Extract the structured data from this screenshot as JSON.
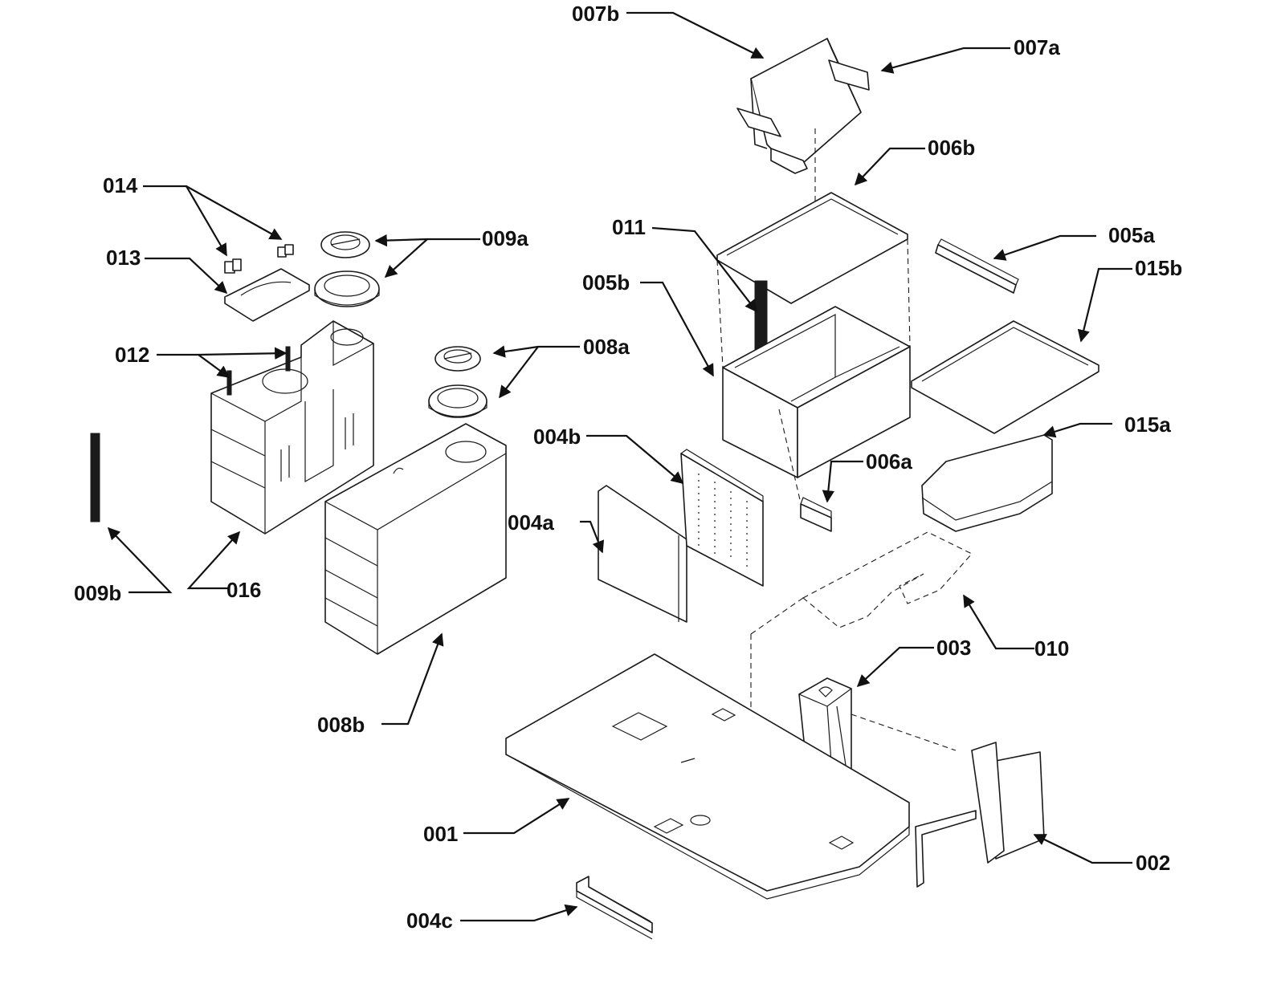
{
  "diagram": {
    "callouts": {
      "c007b": "007b",
      "c007a": "007a",
      "c006b": "006b",
      "c014": "014",
      "c009a": "009a",
      "c011": "011",
      "c005a": "005a",
      "c013": "013",
      "c005b": "005b",
      "c015b": "015b",
      "c012": "012",
      "c008a": "008a",
      "c004b": "004b",
      "c015a": "015a",
      "c006a": "006a",
      "c004a": "004a",
      "c009b": "009b",
      "c016": "016",
      "c003": "003",
      "c010": "010",
      "c008b": "008b",
      "c001": "001",
      "c002": "002",
      "c004c": "004c"
    },
    "colors": {
      "line": "#1a1a1a",
      "background": "#ffffff"
    }
  }
}
